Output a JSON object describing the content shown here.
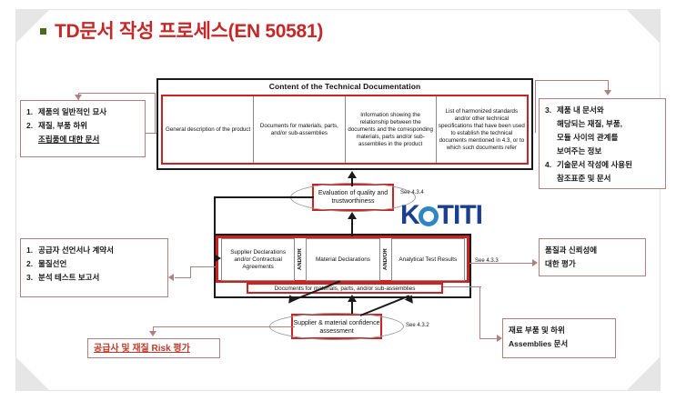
{
  "slide": {
    "title": "TD문서 작성 프로세스(EN 50581)",
    "title_color": "#c62828",
    "bullet_color": "#4a6b1f",
    "accent_red": "#cc2222",
    "connector_red": "#b07f7f",
    "logo": {
      "text_before": "K",
      "ring": "O",
      "text_after": "TITI",
      "name": "KOTITI",
      "color": "#1a3f8f",
      "ring_color": "#2f86c5"
    }
  },
  "diagram": {
    "technical_documentation": {
      "header": "Content of the Technical Documentation",
      "cells": [
        "General description of the product",
        "Documents for materials, parts, and/or sub-assemblies",
        "Information showing the relationship between the documents and the corresponding materials, parts and/or sub-assemblies in the product",
        "List of harmonized standards and/or other technical specifications that have been used to establish the technical documents mentioned in 4.3, or to which such documents refer"
      ]
    },
    "evaluation_ellipse": {
      "label": "Evaluation of quality and trustworthiness",
      "see_ref": "See 4.3.4"
    },
    "materials_group": {
      "cells": [
        "Supplier Declarations and/or Contractual Agreements",
        "Material Declarations",
        "Analytical Test Results"
      ],
      "separators": [
        "AND/OR",
        "AND/OR"
      ],
      "bottom_bar": "Documents for materials, parts, and/or sub-assemblies",
      "see_ref": "See 4.3.3"
    },
    "confidence_ellipse": {
      "label": "Supplier & material confidence assessment",
      "see_ref": "See 4.3.2"
    }
  },
  "annotations": {
    "left_top": {
      "items": [
        {
          "num": "1.",
          "text": "제품의 일반적인 묘사"
        },
        {
          "num": "2.",
          "text": "재질, 부품 하위"
        },
        {
          "num": "",
          "text": "조립품에 대한 문서"
        }
      ]
    },
    "right_top": {
      "items": [
        {
          "num": "3.",
          "text": "제품 내 문서와"
        },
        {
          "num": "",
          "text": "해당되는 재질, 부품,"
        },
        {
          "num": "",
          "text": "모듈 사이의 관계를"
        },
        {
          "num": "",
          "text": "보여주는 정보"
        },
        {
          "num": "4.",
          "text": "기술문서 작성에 사용된"
        },
        {
          "num": "",
          "text": "참조표준 및 문서"
        }
      ]
    },
    "left_mid": {
      "items": [
        {
          "num": "1.",
          "text": "공급자 선언서나 계약서"
        },
        {
          "num": "2.",
          "text": "물질선언"
        },
        {
          "num": "3.",
          "text": "분석 테스트 보고서"
        }
      ]
    },
    "right_mid": {
      "lines": [
        "품질과 신뢰성에",
        "대한 평가"
      ]
    },
    "right_bottom": {
      "lines": [
        "재료 부품 및 하위",
        "Assemblies 문서"
      ]
    },
    "left_bottom": {
      "text": "공급사 및 재질 Risk 평가"
    }
  }
}
